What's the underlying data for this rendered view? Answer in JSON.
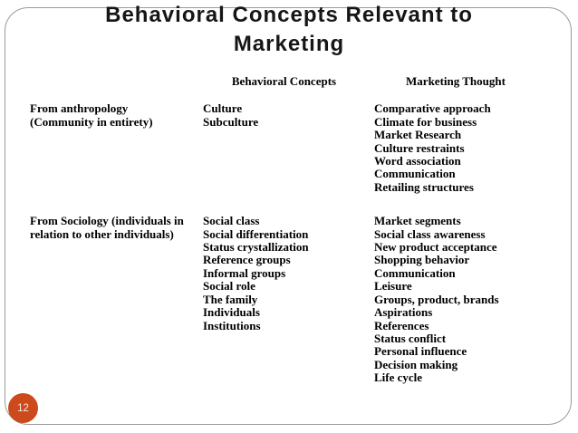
{
  "slide": {
    "title_line1": "Behavioral Concepts Relevant to",
    "title_line2": "Marketing",
    "page_number": "12",
    "accent_color": "#cc4a1c",
    "border_color": "#9a9a9a",
    "text_color": "#000000"
  },
  "table": {
    "headers": {
      "concepts": "Behavioral Concepts",
      "marketing": "Marketing Thought"
    },
    "rows": [
      {
        "source": "From anthropology (Community in entirety)",
        "concepts": [
          "Culture",
          "Subculture"
        ],
        "marketing": [
          "Comparative approach",
          "Climate for business",
          "Market Research",
          "Culture restraints",
          "Word association",
          "Communication",
          "Retailing structures"
        ]
      },
      {
        "source": "From Sociology (individuals in relation to other individuals)",
        "concepts": [
          "Social class",
          "Social differentiation",
          "Status crystallization",
          "Reference groups",
          "Informal groups",
          "Social role",
          "The family",
          "Individuals",
          "Institutions"
        ],
        "marketing": [
          "Market segments",
          "Social class awareness",
          "New product acceptance",
          "Shopping behavior",
          "Communication",
          "Leisure",
          "Groups, product, brands",
          "Aspirations",
          "References",
          "Status conflict",
          "Personal influence",
          "Decision making",
          "Life cycle"
        ]
      }
    ]
  }
}
